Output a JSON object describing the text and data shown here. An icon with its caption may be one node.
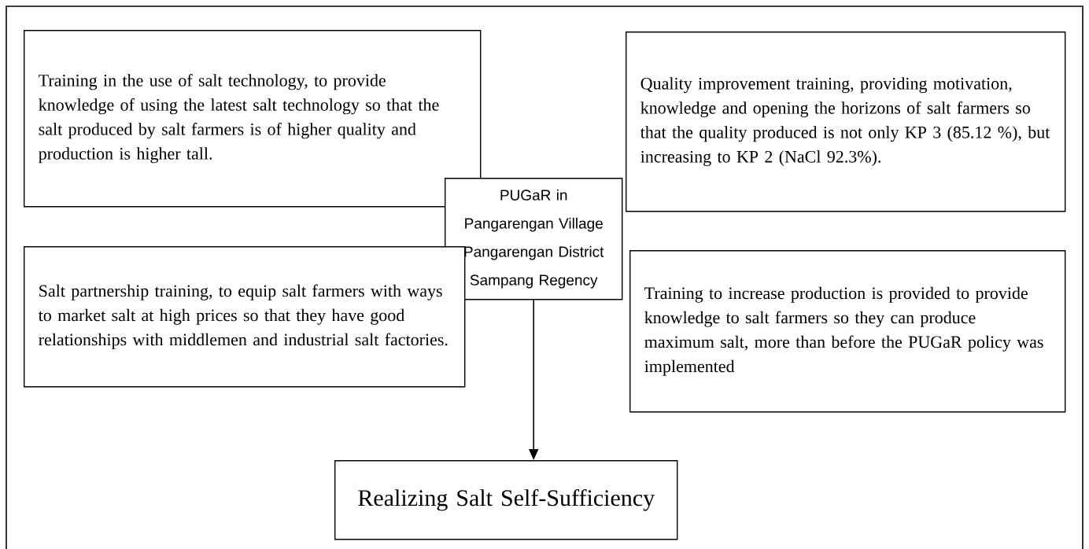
{
  "diagram": {
    "nodes": [
      {
        "text": [
          "Training in the use of salt technology, to provide knowledge of using the latest salt technology so that the salt produced by salt farmers is of higher quality and production is higher tall."
        ]
      },
      {
        "text": [
          "Quality improvement training, providing motivation, knowledge and opening the horizons of salt farmers so that the quality produced is not only KP 3 (85.12 %), but increasing to KP 2 (NaCl 92.3%)."
        ]
      },
      {
        "text": [
          "PUGaR in Pangarengan Village Pangarengan District Sampang Regency"
        ]
      },
      {
        "text": [
          "Salt partnership training, to equip salt farmers with ways to market salt at high prices so that they have good relationships with middlemen and industrial salt factories."
        ]
      },
      {
        "text": [
          "Training to increase production is provided to provide knowledge to salt farmers so they can produce maximum salt, more than before the PUGaR policy was implemented"
        ]
      },
      {
        "text": [
          "Realizing Salt Self-Sufficiency"
        ]
      }
    ],
    "edges": [
      {
        "from": 2,
        "to": 5,
        "arrow": "to"
      }
    ]
  }
}
